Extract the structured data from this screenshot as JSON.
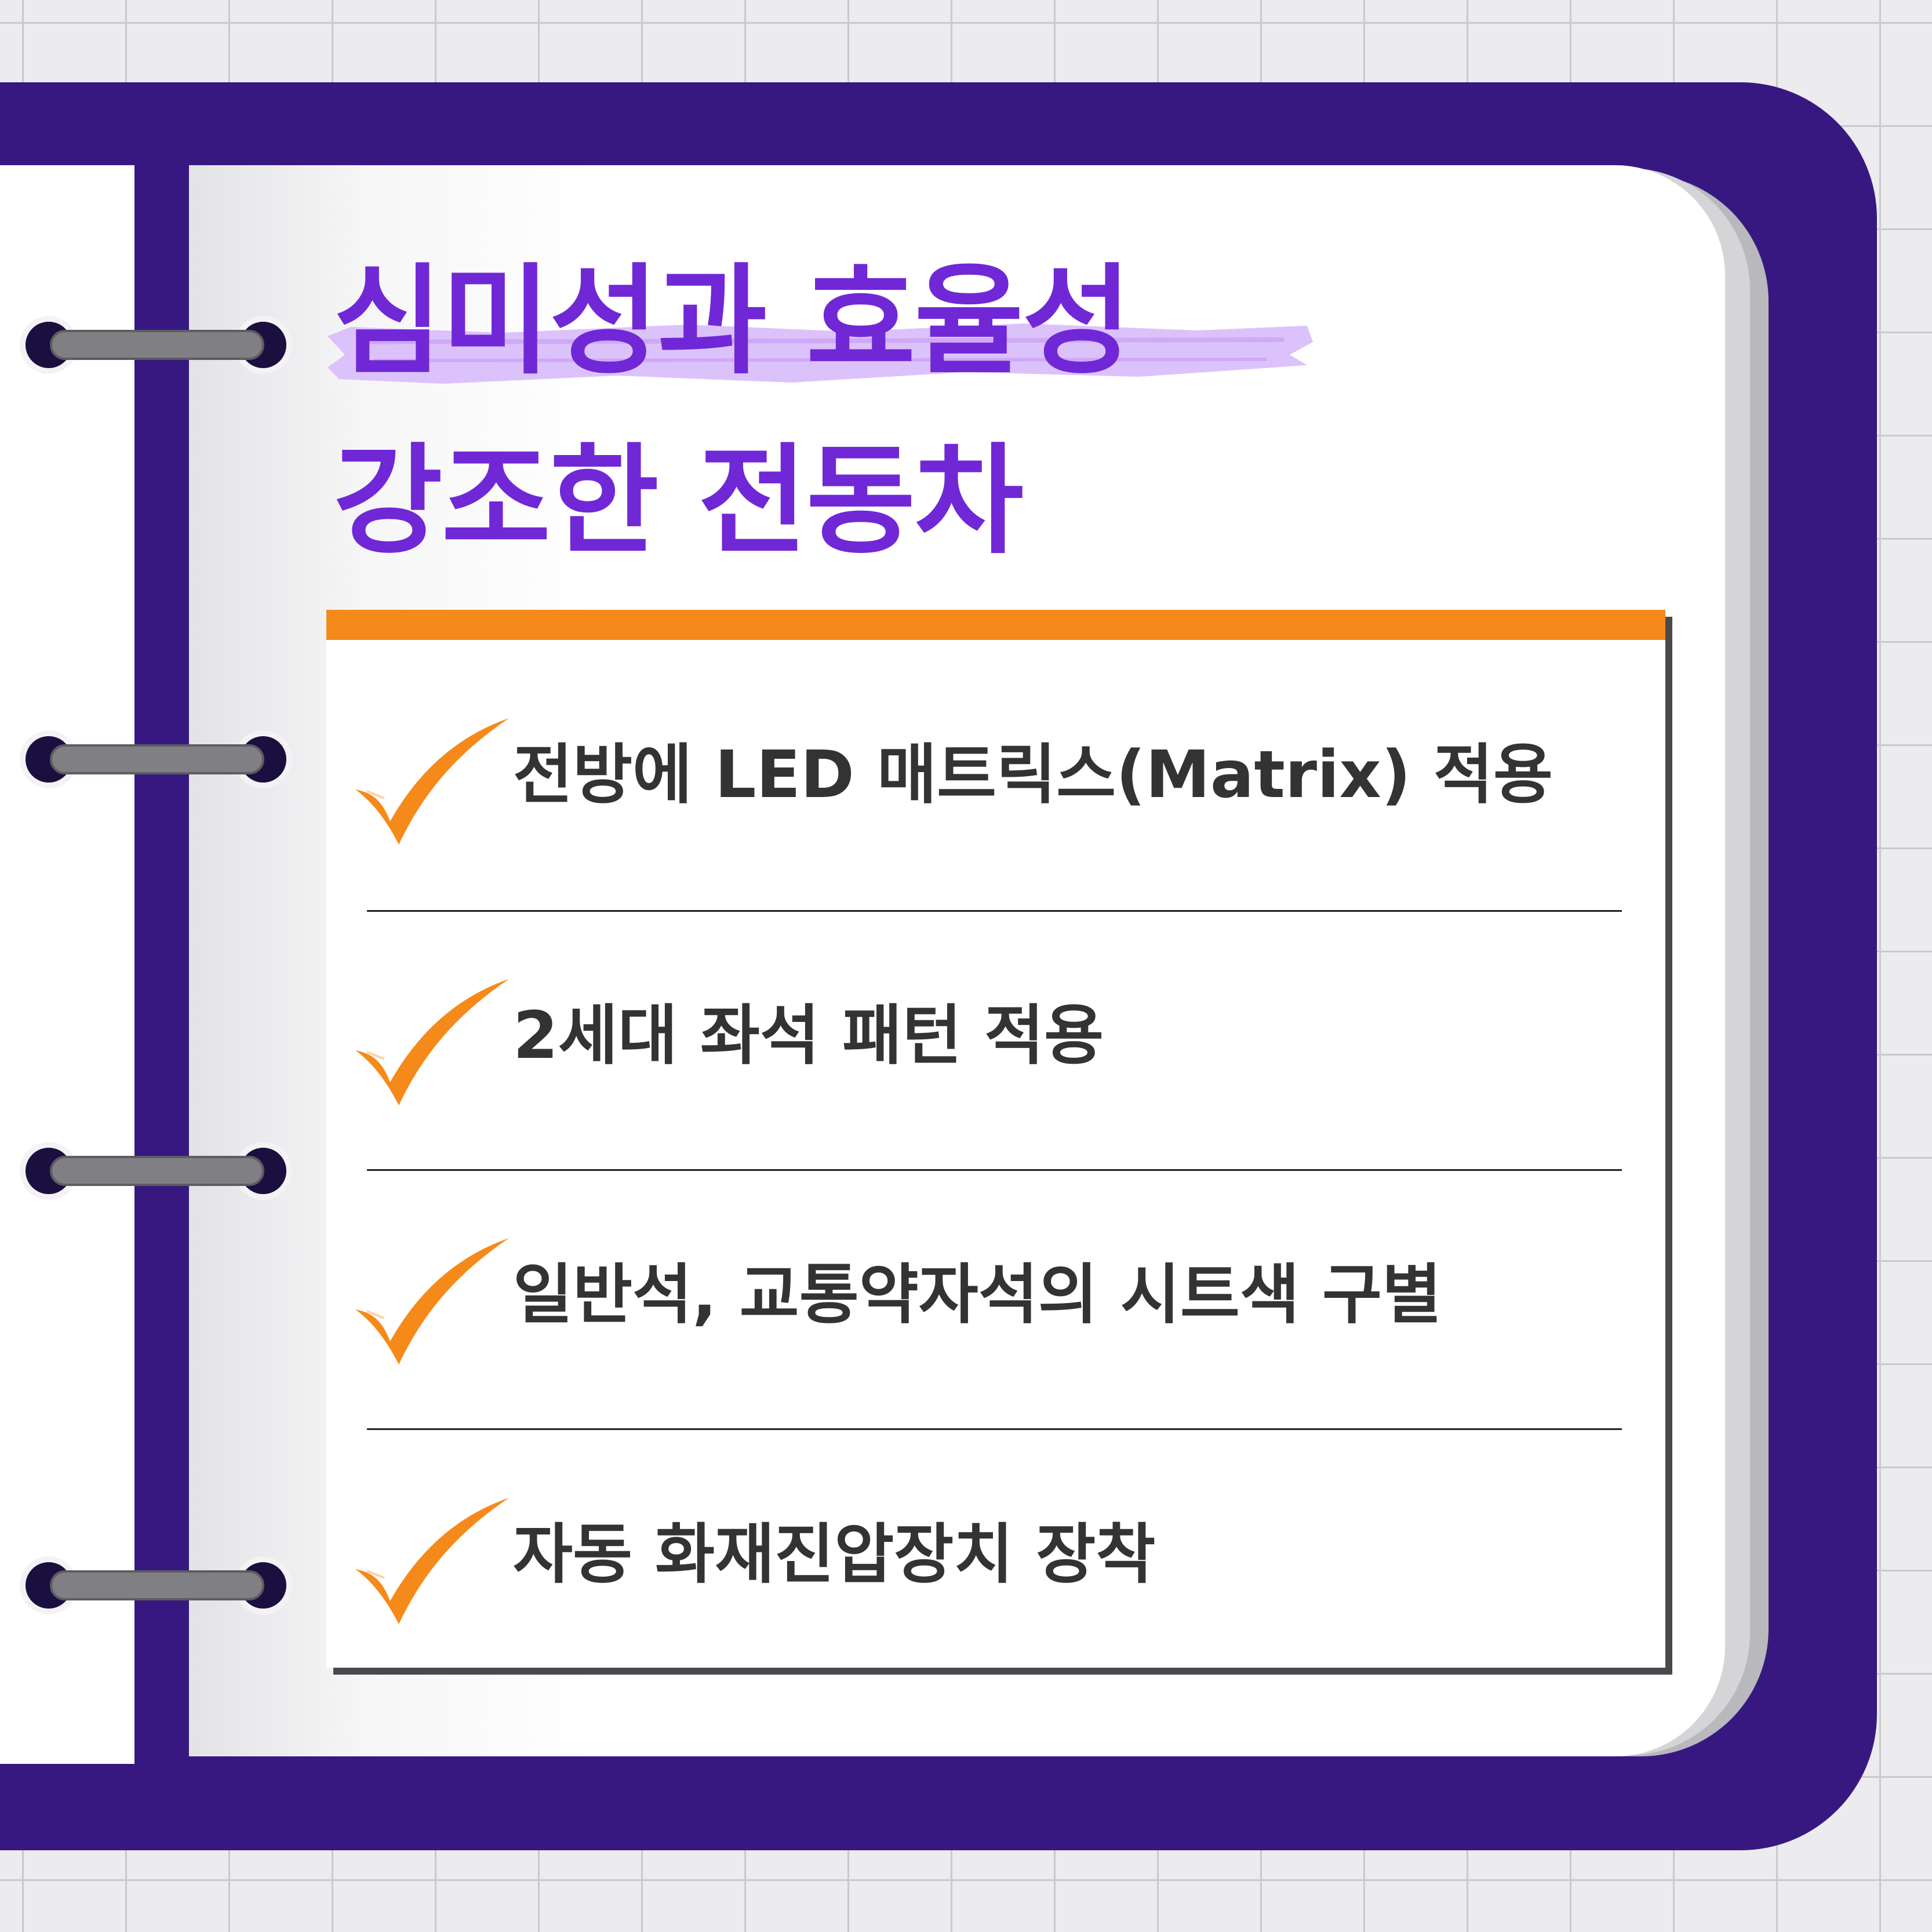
{
  "title": {
    "line1": "심미성과 효율성",
    "line2": "강조한 전동차"
  },
  "checklist": [
    {
      "label": "전방에 LED 매트릭스(Matrix) 적용",
      "checked": true
    },
    {
      "label": "2세대 좌석 패턴 적용",
      "checked": true
    },
    {
      "label": "일반석, 교통약자석의 시트색 구별",
      "checked": true
    },
    {
      "label": "자동 화재진압장치 장착",
      "checked": true
    }
  ],
  "colors": {
    "title": "#7028d6",
    "highlight": "#dcc2fb",
    "binder": "#371880",
    "accent_bar": "#f58a1a",
    "check": "#f58a1a",
    "text": "#333333",
    "background_grid": "#ececee"
  },
  "icons": {
    "check": "check-mark-icon",
    "ring": "binder-ring-icon"
  }
}
